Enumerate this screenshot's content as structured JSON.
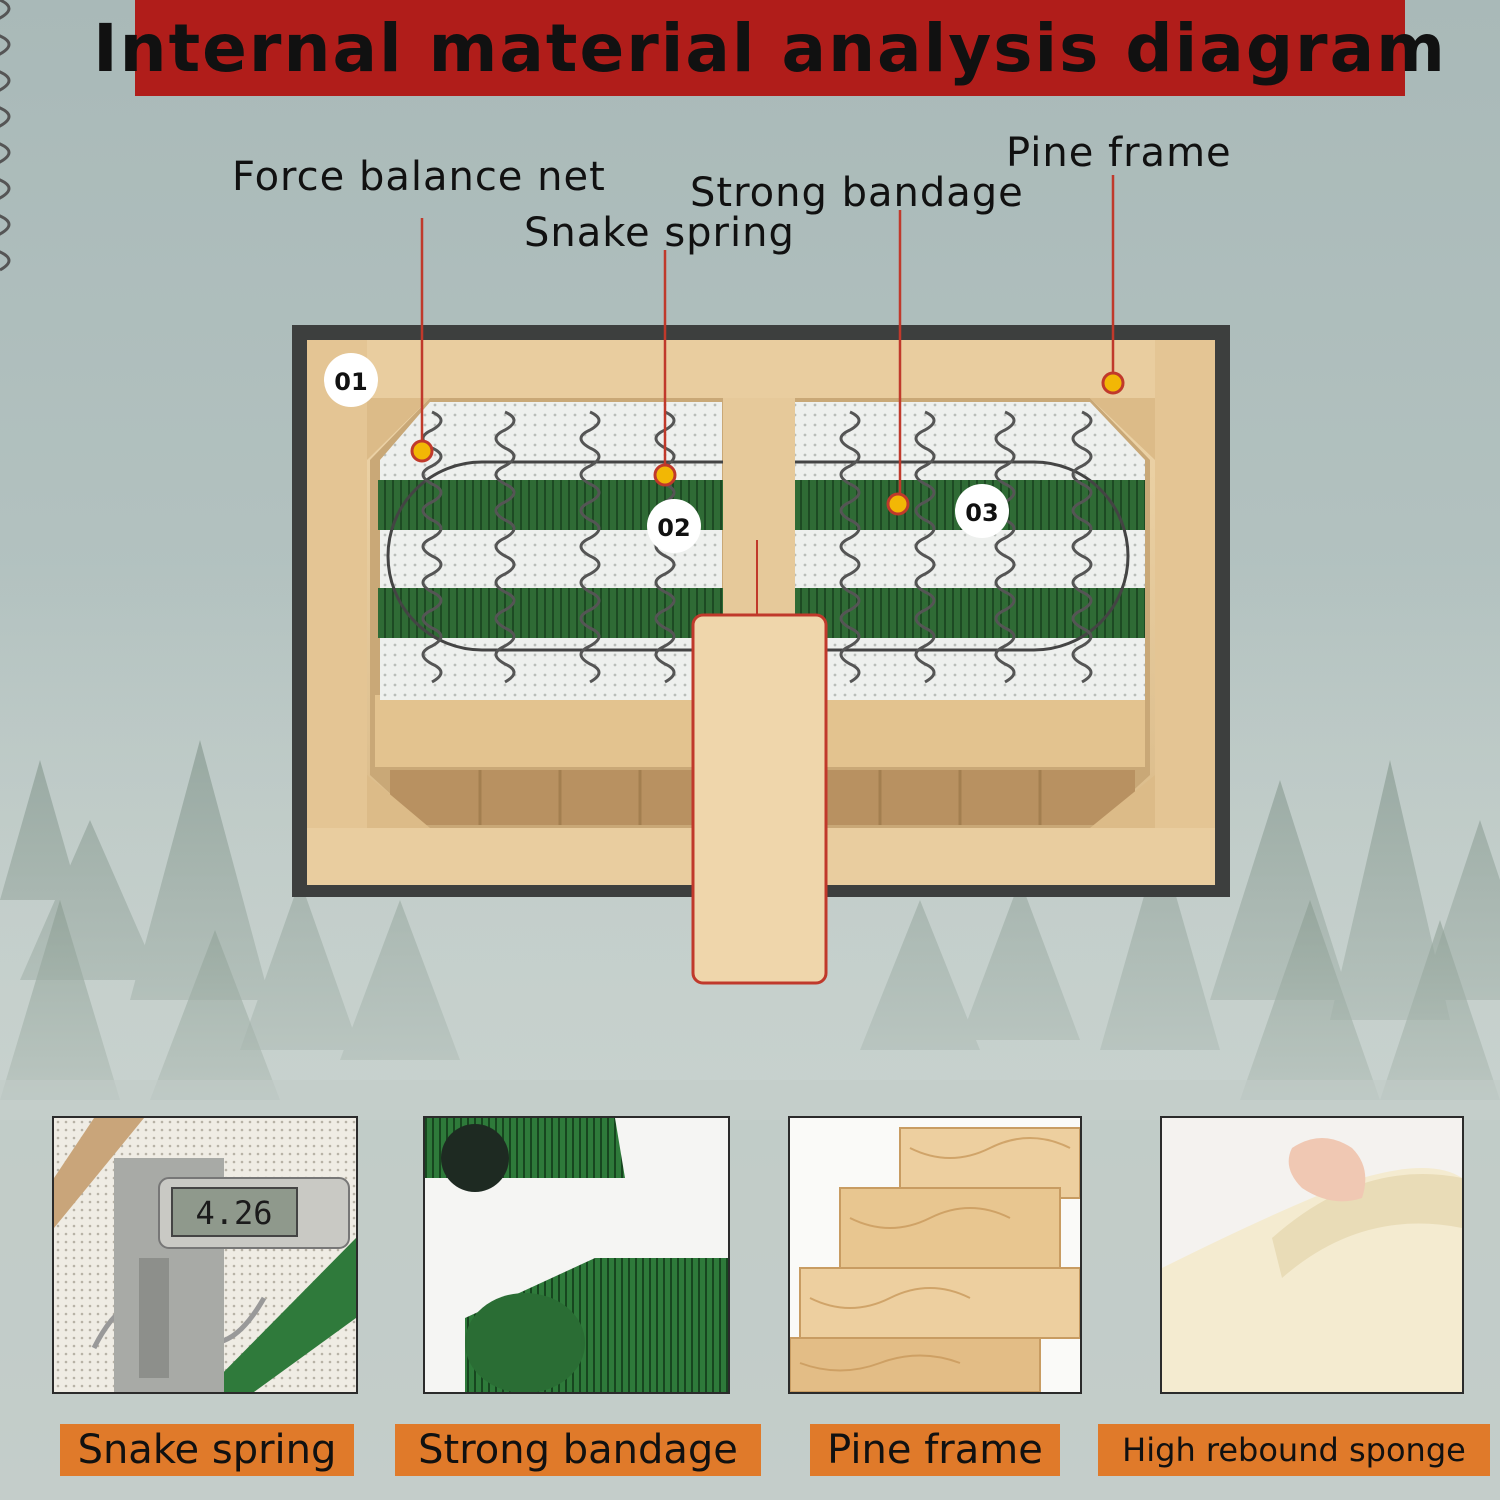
{
  "title": "Internal material analysis diagram",
  "callouts": {
    "force_balance_net": "Force balance net",
    "snake_spring": "Snake spring",
    "strong_bandage": "Strong bandage",
    "pine_frame": "Pine frame"
  },
  "markers": [
    "01",
    "02",
    "03"
  ],
  "caliper_reading": "4.26",
  "photos": [
    {
      "caption": "Snake spring"
    },
    {
      "caption": "Strong bandage"
    },
    {
      "caption": "Pine frame"
    },
    {
      "caption": "High rebound sponge"
    }
  ],
  "colors": {
    "banner": "#b01d1a",
    "caption_bg": "#e07a2a",
    "pine": "#e6c99a",
    "webbing_green": "#2f6b35",
    "leader_line": "#c0392b",
    "marker_dot": "#f2b705"
  }
}
